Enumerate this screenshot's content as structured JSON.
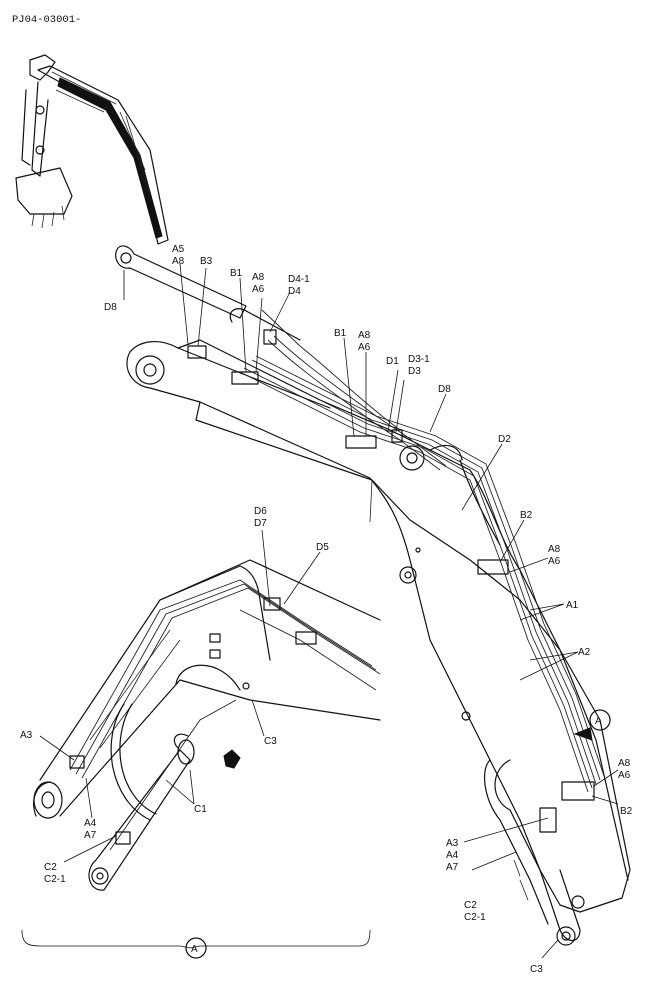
{
  "drawing_code": "PJ04-03001-",
  "view_marker": "A",
  "labels": {
    "a5_top": "A5",
    "a8_top": "A8",
    "b3": "B3",
    "d8_left": "D8",
    "b1_left": "B1",
    "a8_left": "A8",
    "a6_left": "A6",
    "d4_1": "D4-1",
    "d4": "D4",
    "b1_right": "B1",
    "a8_mid": "A8",
    "a6_mid": "A6",
    "d1": "D1",
    "d3_1": "D3-1",
    "d3": "D3",
    "d8_right": "D8",
    "d2": "D2",
    "b2_top": "B2",
    "a8_right": "A8",
    "a6_right": "A6",
    "a1": "A1",
    "a2": "A2",
    "a8_lower": "A8",
    "a6_lower": "A6",
    "b2_lower": "B2",
    "a3_right": "A3",
    "a4_right": "A4",
    "a7_right": "A7",
    "c2_right": "C2",
    "c2_1_right": "C2-1",
    "c3_right": "C3",
    "d6": "D6",
    "d7": "D7",
    "d5": "D5",
    "a3_left": "A3",
    "c3_left": "C3",
    "a4_left": "A4",
    "a7_left": "A7",
    "c1": "C1",
    "c2_left": "C2",
    "c2_1_left": "C2-1"
  }
}
